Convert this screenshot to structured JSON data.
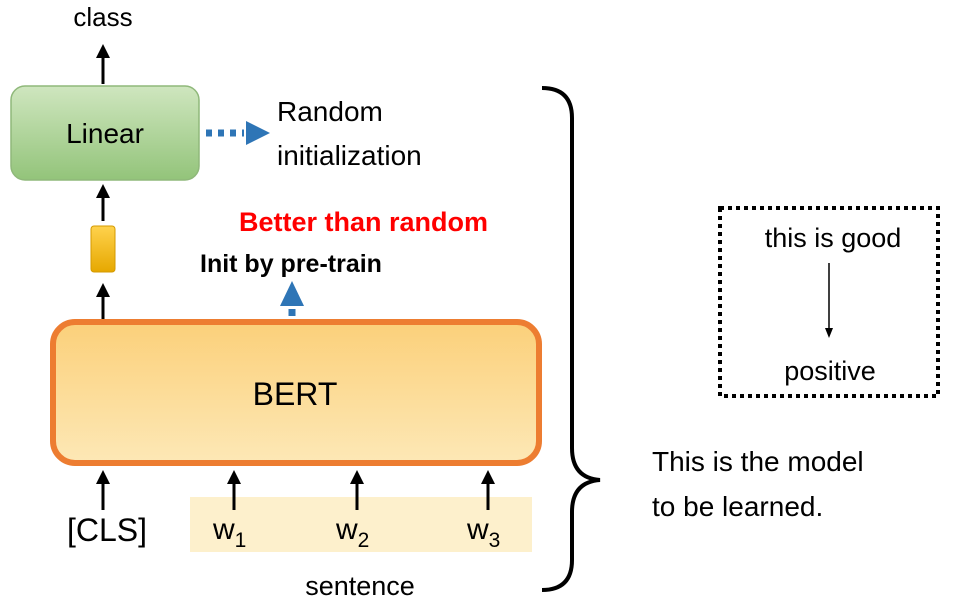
{
  "output_label": "class",
  "linear_label": "Linear",
  "random_init": {
    "line1": "Random",
    "line2": "initialization"
  },
  "better_than_random": "Better than random",
  "init_by_pretrain": "Init by pre-train",
  "bert_label": "BERT",
  "cls_token": "[CLS]",
  "words": [
    {
      "base": "w",
      "sub": "1"
    },
    {
      "base": "w",
      "sub": "2"
    },
    {
      "base": "w",
      "sub": "3"
    }
  ],
  "sentence_label": "sentence",
  "example": {
    "input": "this is good",
    "output": "positive"
  },
  "model_note": {
    "line1": "This is the model",
    "line2": "to be learned."
  },
  "colors": {
    "linear_fill": "#a9d18e",
    "bert_fill": "#fbd98a",
    "bert_border": "#ed7d31",
    "embedding": "#f5b800",
    "dotted_arrow": "#2e75b6",
    "highlight_text": "#ff0000",
    "sentence_bg": "#fdf0cc"
  }
}
